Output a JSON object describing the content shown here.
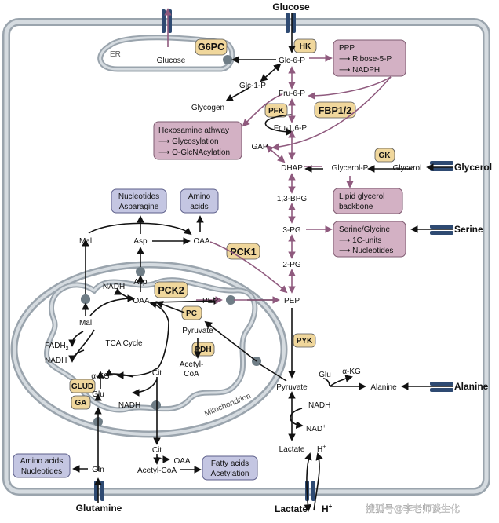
{
  "labels": {
    "glucose_top": "Glucose",
    "g6pc": "G6PC",
    "glucose_er": "Glucose",
    "er": "ER",
    "hk": "HK",
    "glc6p": "Glc-6-P",
    "glc1p": "Glc-1-P",
    "glycogen": "Glycogen",
    "fru6p": "Fru-6-P",
    "pfk": "PFK",
    "fbp": "FBP1/2",
    "fru16p": "Fru-1,6-P",
    "gap": "GAP",
    "dhap": "DHAP",
    "glycerol_p": "Glycerol-P",
    "gk": "GK",
    "glycerol_in": "Glycerol",
    "glycerol_out": "Glycerol",
    "bpg": "1,3-BPG",
    "pg3": "3-PG",
    "serine": "Serine",
    "pg2": "2-PG",
    "pep_cyto": "PEP",
    "pyk": "PYK",
    "pyruvate_cyto": "Pyruvate",
    "glu_right": "Glu",
    "akg_right": "α-KG",
    "alanine_in": "Alanine",
    "alanine_out": "Alanine",
    "nadh_cyto": "NADH",
    "nad_cyto": "NAD",
    "nad_plus": "+",
    "lactate_in": "Lactate",
    "hplus_in": "H",
    "hplus_in_sup": "+",
    "lactate_out": "Lactate",
    "hplus_out": "H",
    "hplus_out_sup": "+",
    "mal_cyto": "Mal",
    "asp_cyto": "Asp",
    "oaa_cyto": "OAA",
    "pck1": "PCK1",
    "pck2": "PCK2",
    "asp_mito": "Asp",
    "nadh_mito1": "NADH",
    "oaa_mito": "OAA",
    "pep_mito": "PEP",
    "pc": "PC",
    "pyruvate_mito": "Pyruvate",
    "pdh": "PDH",
    "acetyl_coa_mito_1": "Acetyl-",
    "acetyl_coa_mito_2": "CoA",
    "mal_mito": "Mal",
    "tca": "TCA Cycle",
    "fadh2": "FADH",
    "fadh2_sub": "2",
    "nadh_mito2": "NADH",
    "akg_mito": "α-KG",
    "glud": "GLUD",
    "glu_mito": "Glu",
    "ga": "GA",
    "cit_mito": "Cit",
    "nadh_mito3": "NADH",
    "mitochondrion": "Mitochondrion",
    "cit_cyto": "Cit",
    "oaa_cyto2": "OAA",
    "acetyl_coa_cyto": "Acetyl-CoA",
    "gln": "Gln",
    "glutamine": "Glutamine"
  },
  "boxes": {
    "ppp": [
      "PPP",
      "Ribose-5-P",
      "NADPH"
    ],
    "hexosamine": [
      "Hexosamine athway",
      "Glycosylation",
      "O-GlcNAcylation"
    ],
    "lipid": [
      "Lipid glycerol",
      "backbone"
    ],
    "serine_glycine": [
      "Serine/Glycine",
      "1C-units",
      "Nucleotides"
    ],
    "nucleotides": [
      "Nucleotides",
      "Asparagine"
    ],
    "amino_acids": [
      "Amino",
      "acids"
    ],
    "fatty_acids": [
      "Fatty acids",
      "Acetylation"
    ],
    "aa_nucleotides": [
      "Amino acids",
      "Nucleotides"
    ]
  },
  "watermark": "搜狐号@李老师谈生化",
  "colors": {
    "membrane": "#9aa4ad",
    "enzyme_fill": "#f0d79c",
    "pink_box": "#d3b1c4",
    "blue_box": "#c4c6e2",
    "purple_arrow": "#8f5a7e",
    "transporter": "#2e4a72"
  }
}
